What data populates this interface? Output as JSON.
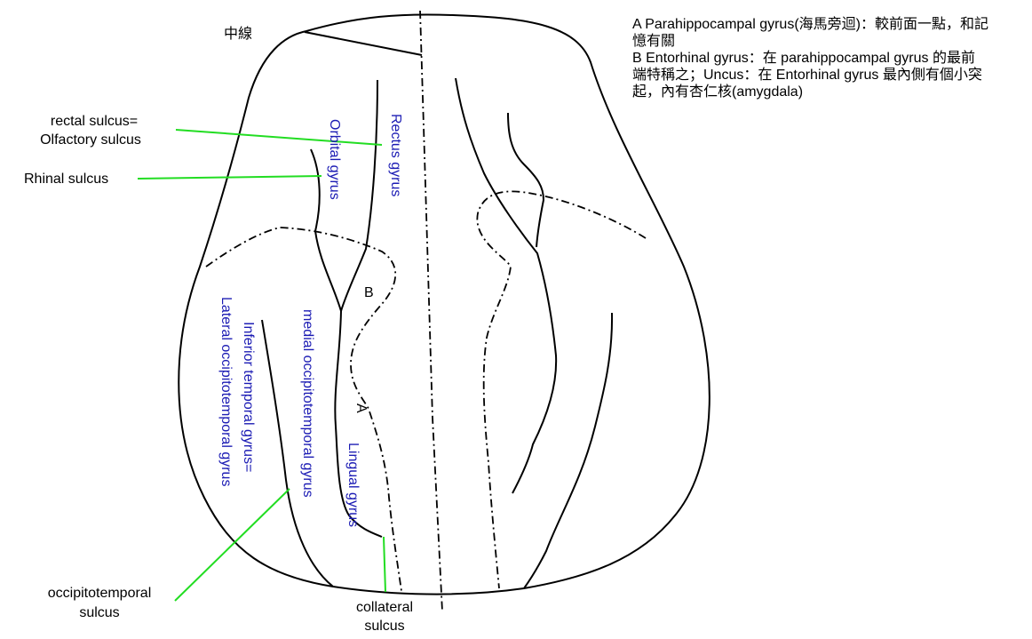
{
  "labels": {
    "midline": "中線",
    "rectal_sulcus_1": "rectal sulcus=",
    "rectal_sulcus_2": "Olfactory sulcus",
    "rhinal_sulcus": "Rhinal sulcus",
    "orbital_gyrus": "Orbital gyrus",
    "rectus_gyrus": "Rectus gyrus",
    "b_marker": "B",
    "a_marker": "A",
    "inferior_temporal_1": "Inferior temporal gyrus=",
    "inferior_temporal_2": "Lateral occipitotemporal gyrus",
    "medial_occipitotemporal": "medial occipitotemporal gyrus",
    "lingual_gyrus": "Lingual gyrus",
    "occipitotemporal_sulcus_1": "occipitotemporal",
    "occipitotemporal_sulcus_2": "sulcus",
    "collateral_sulcus_1": "collateral",
    "collateral_sulcus_2": "sulcus"
  },
  "notes": [
    "A Parahippocampal gyrus(海馬旁迴)：較前面一點，和記",
    "憶有關",
    "B Entorhinal gyrus：在 parahippocampal gyrus 的最前",
    "端特稱之；Uncus：在 Entorhinal gyrus 最內側有個小突",
    "起，內有杏仁核(amygdala)"
  ],
  "colors": {
    "outline": "#000000",
    "leader_lines": "#22dd22",
    "gyrus_labels": "#1c1cb4"
  }
}
